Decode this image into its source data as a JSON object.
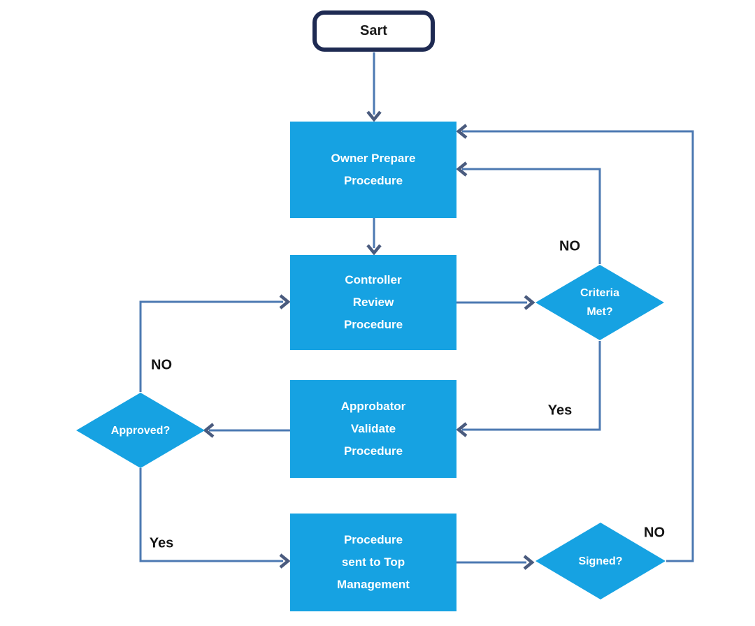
{
  "flowchart": {
    "nodes": {
      "start": {
        "label": "Sart"
      },
      "owner_prepare": {
        "lines": [
          "Owner Prepare",
          "Procedure"
        ]
      },
      "controller_review": {
        "lines": [
          "Controller",
          "Review",
          "Procedure"
        ]
      },
      "approbator_validate": {
        "lines": [
          "Approbator",
          "Validate",
          "Procedure"
        ]
      },
      "top_management": {
        "lines": [
          "Procedure",
          "sent to Top",
          "Management"
        ]
      },
      "criteria_met": {
        "lines": [
          "Criteria",
          "Met?"
        ]
      },
      "approved": {
        "label": "Approved?"
      },
      "signed": {
        "label": "Signed?"
      }
    },
    "edge_labels": {
      "criteria_no": "NO",
      "criteria_yes": "Yes",
      "approved_no": "NO",
      "approved_yes": "Yes",
      "signed_no": "NO"
    },
    "colors": {
      "node_fill": "#16A2E2",
      "node_text": "#FFFFFF",
      "start_fill": "#FFFFFF",
      "start_border": "#1E2A52",
      "start_text": "#1A1A1A",
      "line": "#4C79B2",
      "arrowhead": "#4A5B7E",
      "label_text": "#141414",
      "background": "#FFFFFF"
    }
  }
}
